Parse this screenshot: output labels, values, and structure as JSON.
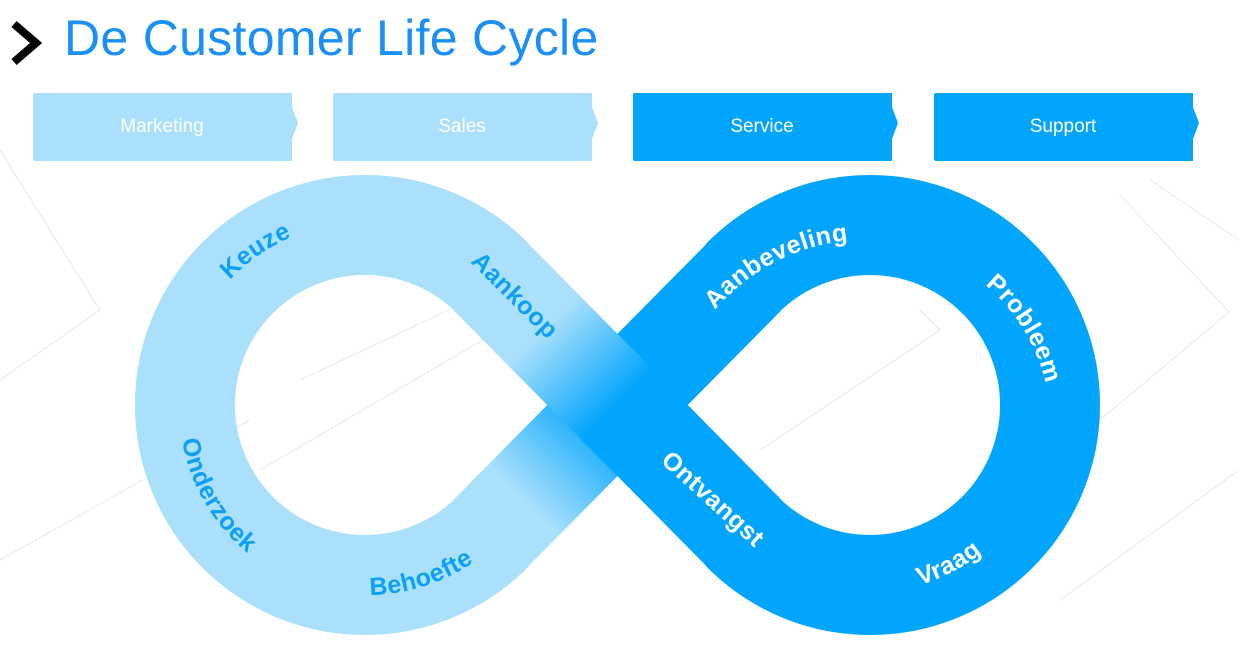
{
  "header": {
    "title": "De Customer Life Cycle",
    "icon": "chevron-right-icon"
  },
  "stages": [
    {
      "label": "Marketing",
      "tone": "light"
    },
    {
      "label": "Sales",
      "tone": "light"
    },
    {
      "label": "Service",
      "tone": "dark"
    },
    {
      "label": "Support",
      "tone": "dark"
    }
  ],
  "colors": {
    "title": "#1a8ff5",
    "light": "#abe0fc",
    "dark": "#02a5fd",
    "light_text": "#0aa0f5",
    "dark_text": "#ffffff"
  },
  "cycle": {
    "left_loop_labels": [
      "Keuze",
      "Aankoop",
      "Onderzoek",
      "Behoefte"
    ],
    "right_loop_labels": [
      "Aanbeveling",
      "Probleem",
      "Ontvangst",
      "Vraag"
    ]
  }
}
